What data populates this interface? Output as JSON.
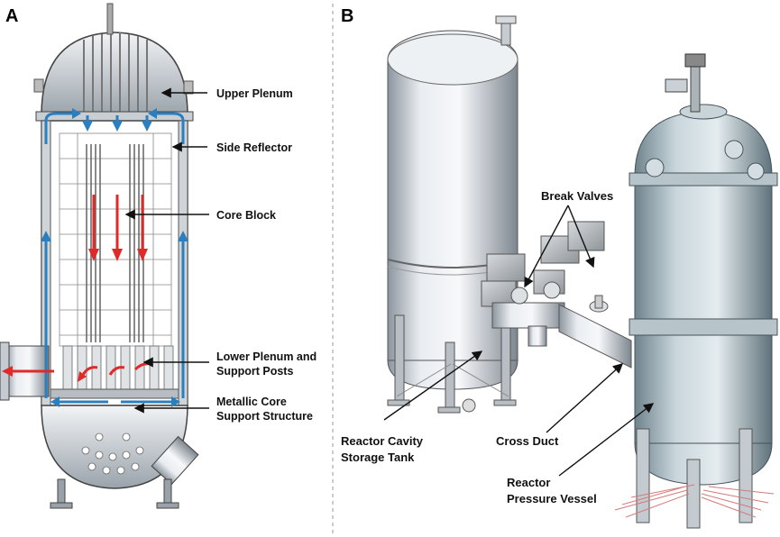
{
  "panel_a": {
    "letter": "A",
    "labels": {
      "upper_plenum": "Upper Plenum",
      "side_reflector": "Side Reflector",
      "core_block": "Core Block",
      "lower_plenum_line1": "Lower Plenum and",
      "lower_plenum_line2": "Support Posts",
      "metallic_line1": "Metallic Core",
      "metallic_line2": "Support Structure"
    }
  },
  "panel_b": {
    "letter": "B",
    "labels": {
      "break_valves": "Break Valves",
      "rcst_line1": "Reactor Cavity",
      "rcst_line2": "Storage Tank",
      "cross_duct": "Cross Duct",
      "rpv_line1": "Reactor",
      "rpv_line2": "Pressure Vessel"
    }
  },
  "colors": {
    "flow_blue": "#2a7fc1",
    "flow_red": "#e02a2a",
    "steel_light": "#e6eaee",
    "steel_dark": "#7b8590"
  }
}
